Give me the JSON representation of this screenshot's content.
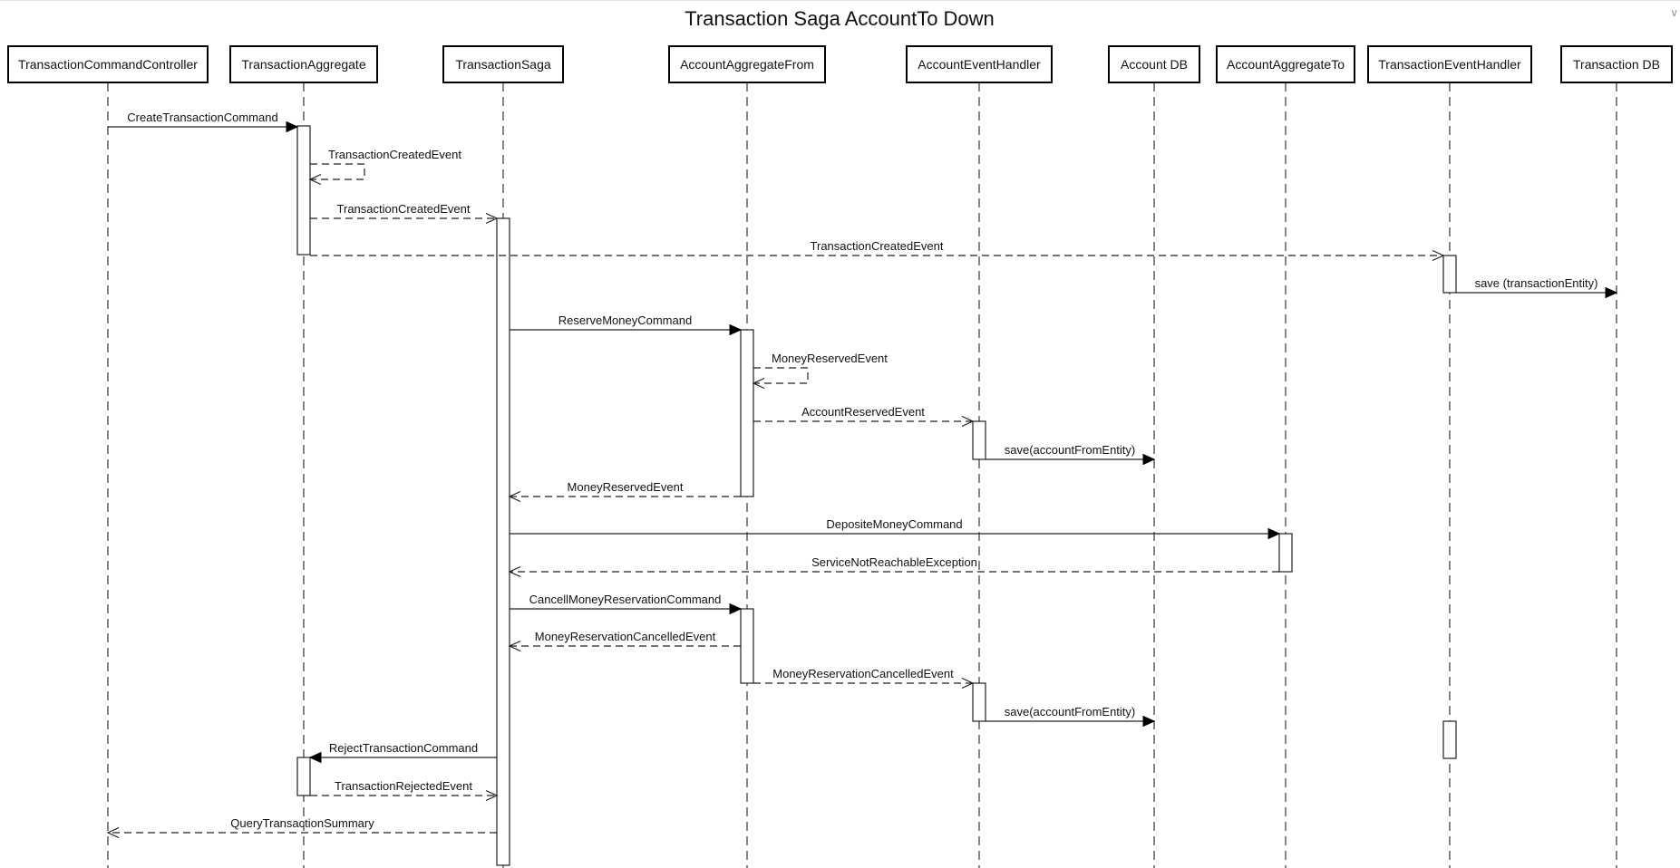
{
  "diagram": {
    "type": "sequence",
    "title": "Transaction Saga AccountTo Down",
    "participants": [
      {
        "id": "tcc",
        "label": "TransactionCommandController"
      },
      {
        "id": "ta",
        "label": "TransactionAggregate"
      },
      {
        "id": "ts",
        "label": "TransactionSaga"
      },
      {
        "id": "aaf",
        "label": "AccountAggregateFrom"
      },
      {
        "id": "aeh",
        "label": "AccountEventHandler"
      },
      {
        "id": "adb",
        "label": "Account DB"
      },
      {
        "id": "aat",
        "label": "AccountAggregateTo"
      },
      {
        "id": "teh",
        "label": "TransactionEventHandler"
      },
      {
        "id": "tdb",
        "label": "Transaction DB"
      }
    ],
    "messages": [
      {
        "from": "tcc",
        "to": "ta",
        "label": "CreateTransactionCommand",
        "style": "sync"
      },
      {
        "from": "ta",
        "to": "ta",
        "label": "TransactionCreatedEvent",
        "style": "self"
      },
      {
        "from": "ta",
        "to": "ts",
        "label": "TransactionCreatedEvent",
        "style": "async"
      },
      {
        "from": "ta",
        "to": "teh",
        "label": "TransactionCreatedEvent",
        "style": "async"
      },
      {
        "from": "teh",
        "to": "tdb",
        "label": "save (transactionEntity)",
        "style": "sync"
      },
      {
        "from": "ts",
        "to": "aaf",
        "label": "ReserveMoneyCommand",
        "style": "sync"
      },
      {
        "from": "aaf",
        "to": "aaf",
        "label": "MoneyReservedEvent",
        "style": "self"
      },
      {
        "from": "aaf",
        "to": "aeh",
        "label": "AccountReservedEvent",
        "style": "async"
      },
      {
        "from": "aeh",
        "to": "adb",
        "label": "save(accountFromEntity)",
        "style": "sync"
      },
      {
        "from": "aaf",
        "to": "ts",
        "label": "MoneyReservedEvent",
        "style": "async"
      },
      {
        "from": "ts",
        "to": "aat",
        "label": "DepositeMoneyCommand",
        "style": "sync"
      },
      {
        "from": "aat",
        "to": "ts",
        "label": "ServiceNotReachableException",
        "style": "async"
      },
      {
        "from": "ts",
        "to": "aaf",
        "label": "CancellMoneyReservationCommand",
        "style": "sync"
      },
      {
        "from": "aaf",
        "to": "ts",
        "label": "MoneyReservationCancelledEvent",
        "style": "async"
      },
      {
        "from": "aaf",
        "to": "aeh",
        "label": "MoneyReservationCancelledEvent",
        "style": "async"
      },
      {
        "from": "aeh",
        "to": "adb",
        "label": "save(accountFromEntity)",
        "style": "sync"
      },
      {
        "from": "ts",
        "to": "ta",
        "label": "RejectTransactionCommand",
        "style": "sync"
      },
      {
        "from": "ta",
        "to": "ts",
        "label": "TransactionRejectedEvent",
        "style": "async"
      },
      {
        "from": "ts",
        "to": "tcc",
        "label": "QueryTransactionSummary",
        "style": "async"
      }
    ]
  },
  "corner_glyph": "∨"
}
